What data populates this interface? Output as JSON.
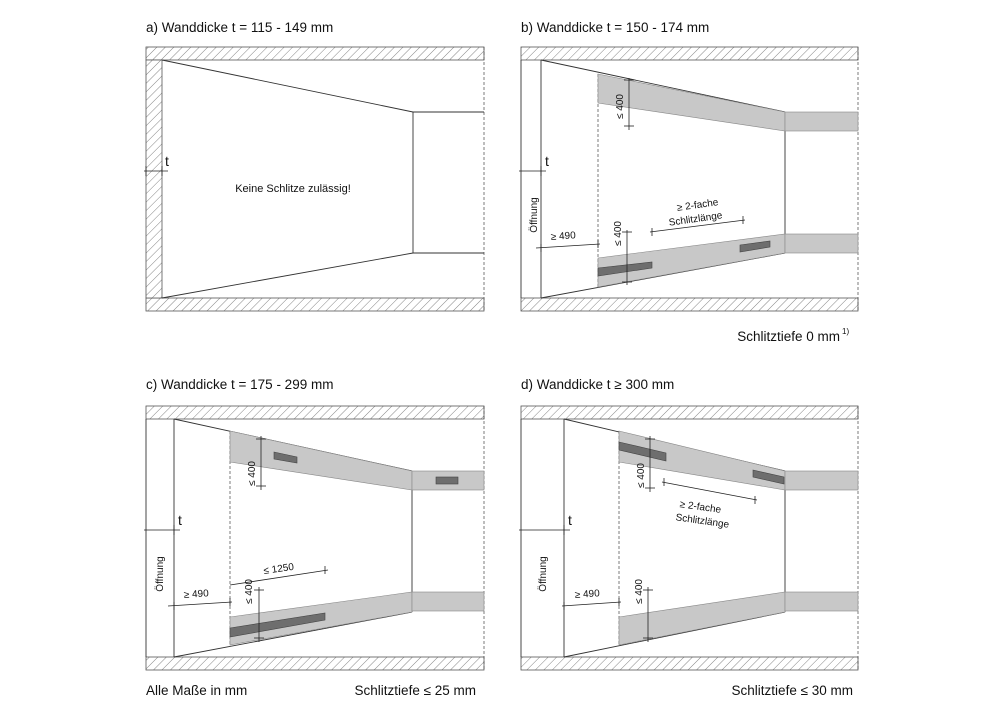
{
  "panels": {
    "a": {
      "title": "a)  Wanddicke  t = 115 - 149 mm",
      "t": "t",
      "note": "Keine Schlitze zulässig!"
    },
    "b": {
      "title": "b)  Wanddicke  t = 150 - 174 mm",
      "t": "t",
      "opening": "Öffnung",
      "dim_min_dist": "≥ 490",
      "dim_max_top": "≤ 400",
      "dim_max_bottom": "≤ 400",
      "spacing_line1": "≥ 2-fache",
      "spacing_line2": "Schlitzlänge",
      "depth": "Schlitztiefe 0 mm",
      "footnote": "1)"
    },
    "c": {
      "title": "c)  Wanddicke  t = 175 - 299 mm",
      "t": "t",
      "opening": "Öffnung",
      "dim_min_dist": "≥ 490",
      "dim_max_top": "≤ 400",
      "dim_max_bottom": "≤ 400",
      "dim_max_len": "≤ 1250",
      "depth": "Schlitztiefe ≤ 25 mm"
    },
    "d": {
      "title": "d)  Wanddicke  t ≥ 300 mm",
      "t": "t",
      "opening": "Öffnung",
      "dim_min_dist": "≥ 490",
      "dim_max_top": "≤ 400",
      "dim_max_bottom": "≤ 400",
      "spacing_line1": "≥ 2-fache",
      "spacing_line2": "Schlitzlänge",
      "depth": "Schlitztiefe ≤ 30 mm"
    }
  },
  "footer": {
    "units_note": "Alle Maße in mm"
  }
}
